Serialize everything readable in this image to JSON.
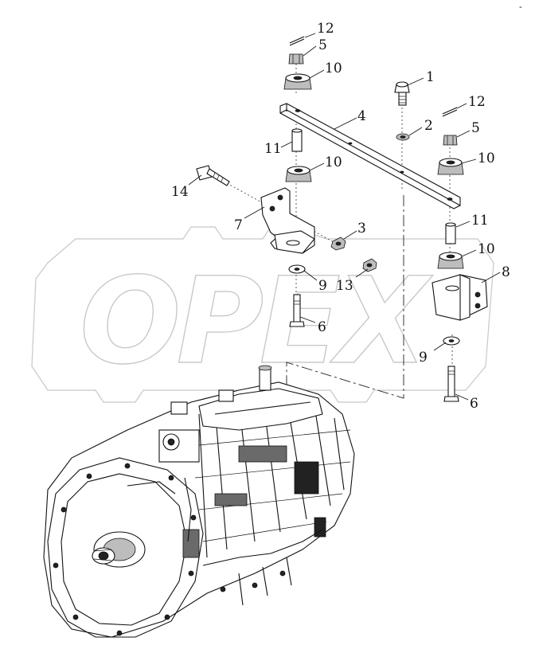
{
  "diagram": {
    "watermark": "OPEX",
    "corner_mark": "-",
    "callouts": [
      {
        "id": "c12a",
        "text": "12"
      },
      {
        "id": "c5a",
        "text": "5"
      },
      {
        "id": "c10a",
        "text": "10"
      },
      {
        "id": "c1",
        "text": "1"
      },
      {
        "id": "c12b",
        "text": "12"
      },
      {
        "id": "c4",
        "text": "4"
      },
      {
        "id": "c2",
        "text": "2"
      },
      {
        "id": "c5b",
        "text": "5"
      },
      {
        "id": "c11a",
        "text": "11"
      },
      {
        "id": "c10b",
        "text": "10"
      },
      {
        "id": "c10c",
        "text": "10"
      },
      {
        "id": "c14",
        "text": "14"
      },
      {
        "id": "c7",
        "text": "7"
      },
      {
        "id": "c3",
        "text": "3"
      },
      {
        "id": "c11b",
        "text": "11"
      },
      {
        "id": "c10d",
        "text": "10"
      },
      {
        "id": "c8",
        "text": "8"
      },
      {
        "id": "c9a",
        "text": "9"
      },
      {
        "id": "c13",
        "text": "13"
      },
      {
        "id": "c6a",
        "text": "6"
      },
      {
        "id": "c9b",
        "text": "9"
      },
      {
        "id": "c6b",
        "text": "6"
      }
    ]
  }
}
